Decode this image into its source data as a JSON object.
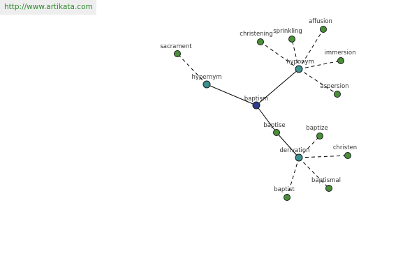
{
  "header": {
    "url_text": "http://www.artikata.com"
  },
  "colors": {
    "center": "#2e3e8f",
    "relation": "#3e9090",
    "leaf": "#4a8f3a",
    "url_text": "#2f8a2f",
    "url_bg": "#eeeeee"
  },
  "graph": {
    "nodes": [
      {
        "id": "baptism",
        "label": "baptism",
        "kind": "center"
      },
      {
        "id": "hypernym",
        "label": "hypernym",
        "kind": "relation"
      },
      {
        "id": "hyponym",
        "label": "hyponym",
        "kind": "relation"
      },
      {
        "id": "derivation",
        "label": "derivation",
        "kind": "relation"
      },
      {
        "id": "baptise",
        "label": "baptise",
        "kind": "leaf"
      },
      {
        "id": "sacrament",
        "label": "sacrament",
        "kind": "leaf"
      },
      {
        "id": "christening",
        "label": "christening",
        "kind": "leaf"
      },
      {
        "id": "sprinkling",
        "label": "sprinkling",
        "kind": "leaf"
      },
      {
        "id": "affusion",
        "label": "affusion",
        "kind": "leaf"
      },
      {
        "id": "immersion",
        "label": "immersion",
        "kind": "leaf"
      },
      {
        "id": "aspersion",
        "label": "aspersion",
        "kind": "leaf"
      },
      {
        "id": "baptize",
        "label": "baptize",
        "kind": "leaf"
      },
      {
        "id": "christen",
        "label": "christen",
        "kind": "leaf"
      },
      {
        "id": "baptismal",
        "label": "baptismal",
        "kind": "leaf"
      },
      {
        "id": "baptist",
        "label": "baptist",
        "kind": "leaf"
      }
    ],
    "edges": [
      {
        "from": "baptism",
        "to": "hypernym",
        "style": "solid"
      },
      {
        "from": "baptism",
        "to": "hyponym",
        "style": "solid"
      },
      {
        "from": "baptism",
        "to": "baptise",
        "style": "solid"
      },
      {
        "from": "baptise",
        "to": "derivation",
        "style": "solid"
      },
      {
        "from": "hypernym",
        "to": "sacrament",
        "style": "dashed"
      },
      {
        "from": "hyponym",
        "to": "christening",
        "style": "dashed"
      },
      {
        "from": "hyponym",
        "to": "sprinkling",
        "style": "dashed"
      },
      {
        "from": "hyponym",
        "to": "affusion",
        "style": "dashed"
      },
      {
        "from": "hyponym",
        "to": "immersion",
        "style": "dashed"
      },
      {
        "from": "hyponym",
        "to": "aspersion",
        "style": "dashed"
      },
      {
        "from": "derivation",
        "to": "baptize",
        "style": "dashed"
      },
      {
        "from": "derivation",
        "to": "christen",
        "style": "dashed"
      },
      {
        "from": "derivation",
        "to": "baptismal",
        "style": "dashed"
      },
      {
        "from": "derivation",
        "to": "baptist",
        "style": "dashed"
      }
    ]
  }
}
